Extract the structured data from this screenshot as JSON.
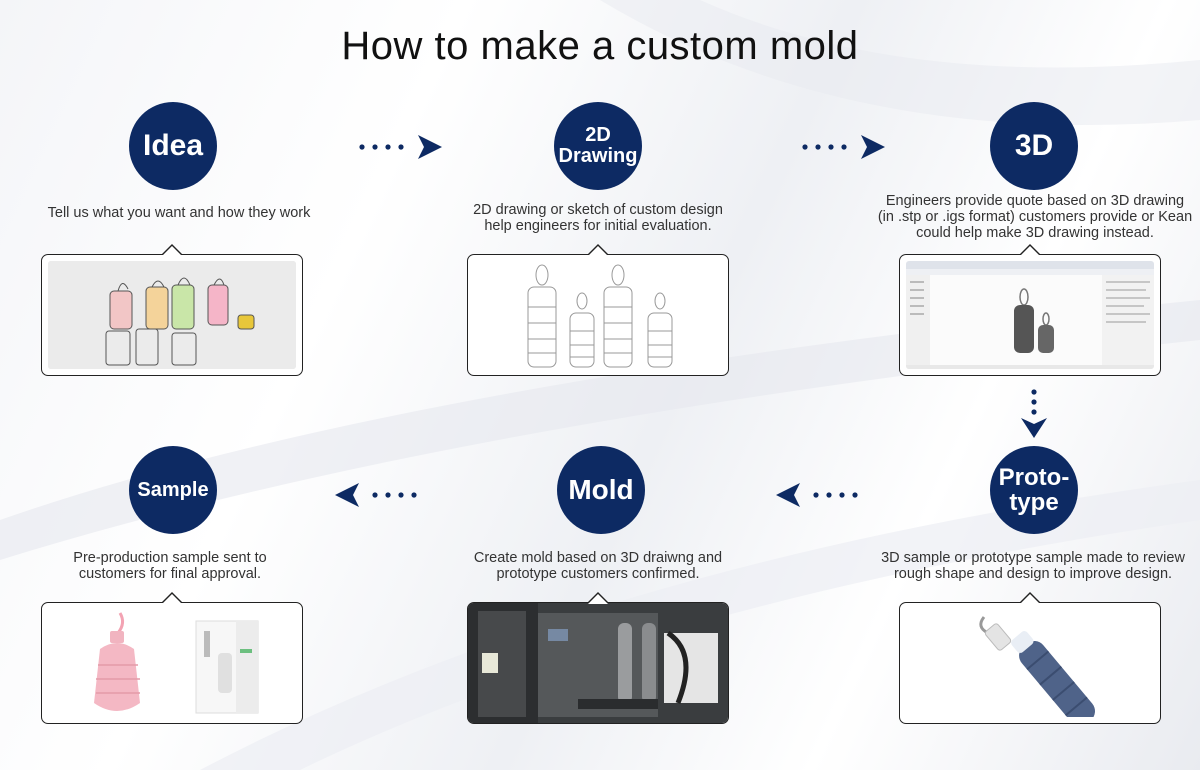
{
  "title": "How to make a custom mold",
  "colors": {
    "circle": "#0d2a63",
    "arrow": "#0d2a63"
  },
  "steps": [
    {
      "id": "idea",
      "circle_lines": [
        "Idea"
      ],
      "caption_lines": [
        "Tell us what you want and how they work"
      ],
      "image": "bottle-sketches"
    },
    {
      "id": "2d-drawing",
      "circle_lines": [
        "2D",
        "Drawing"
      ],
      "caption_lines": [
        "2D drawing or sketch of custom design",
        "help engineers for initial evaluation."
      ],
      "image": "2d-line-drawings"
    },
    {
      "id": "3d",
      "circle_lines": [
        "3D"
      ],
      "caption_lines": [
        "Engineers provide quote based on 3D drawing",
        "(in .stp or .igs format) customers provide or Kean",
        "could help make 3D drawing instead."
      ],
      "image": "cad-software-screenshot"
    },
    {
      "id": "prototype",
      "circle_lines": [
        "Proto-",
        "type"
      ],
      "caption_lines": [
        "3D sample or prototype sample made to review",
        "rough shape and design to improve design."
      ],
      "image": "prototype-bottle"
    },
    {
      "id": "mold",
      "circle_lines": [
        "Mold"
      ],
      "caption_lines": [
        "Create mold based on 3D draiwng and",
        "prototype customers confirmed."
      ],
      "image": "steel-mold"
    },
    {
      "id": "sample",
      "circle_lines": [
        "Sample"
      ],
      "caption_lines": [
        "Pre-production sample sent to",
        "customers for final approval."
      ],
      "image": "pink-bottle-and-box"
    }
  ]
}
